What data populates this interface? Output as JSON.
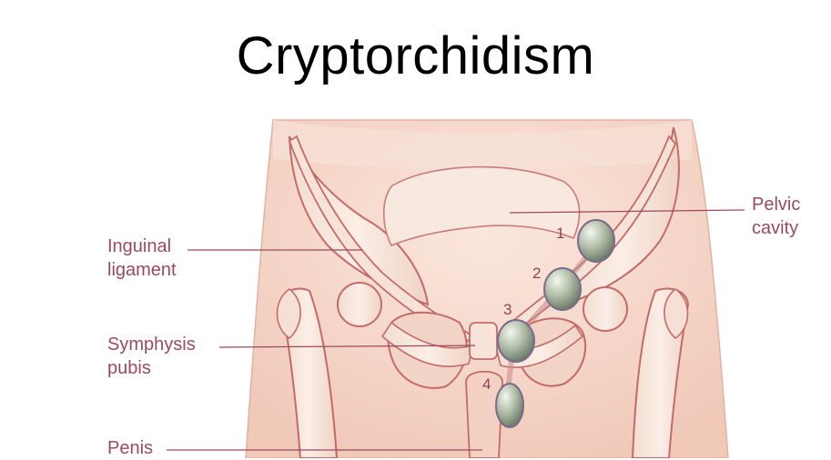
{
  "title": "Cryptorchidism",
  "labels": {
    "inguinal": [
      "Inguinal",
      "ligament"
    ],
    "symphysis": [
      "Symphysis",
      "pubis"
    ],
    "penis": [
      "Penis"
    ],
    "pelvic": [
      "Pelvic",
      "cavity"
    ]
  },
  "positions": [
    "1",
    "2",
    "3",
    "4"
  ],
  "colors": {
    "skin": "#f6d9cc",
    "bone_outline": "#c46a6a",
    "label_text": "#9b4a5e",
    "testis": "#8a9a86"
  }
}
